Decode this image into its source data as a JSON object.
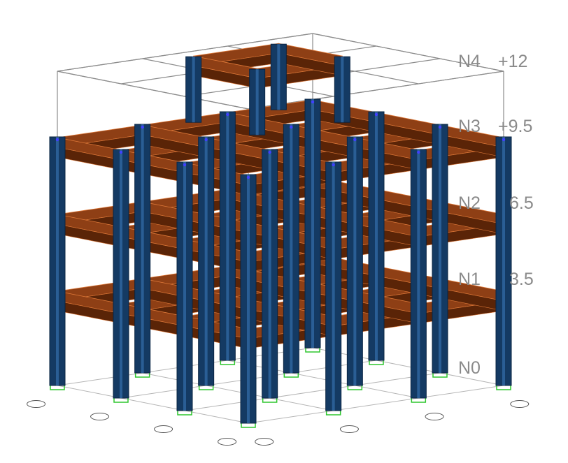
{
  "levels": [
    {
      "name": "N4",
      "elevation": "+12"
    },
    {
      "name": "N3",
      "elevation": "+9.5"
    },
    {
      "name": "N2",
      "elevation": "6.5"
    },
    {
      "name": "N1",
      "elevation": "3.5"
    },
    {
      "name": "N0",
      "elevation": ""
    }
  ],
  "colors": {
    "column": "#143a63",
    "column_light": "#2a5e95",
    "beam_top": "#8e3f15",
    "beam_side": "#5a2407",
    "beam_edge": "#e07a3a",
    "wire": "#8c8c8c",
    "support": "#2ec62e",
    "node": "#4040ff"
  },
  "icons": [
    "support-icon",
    "grid-bubble-icon"
  ]
}
